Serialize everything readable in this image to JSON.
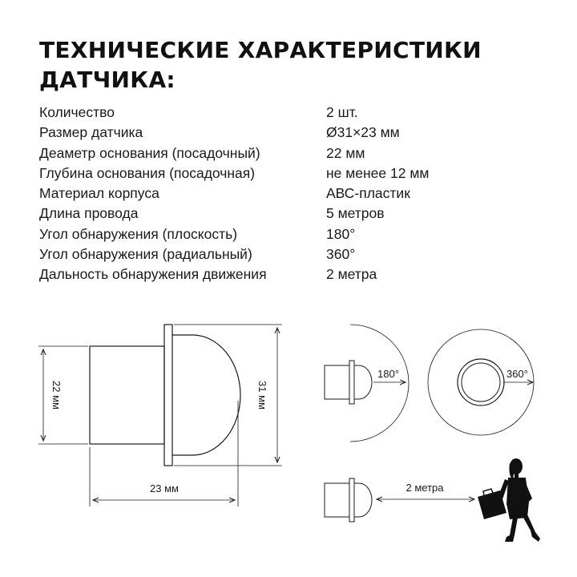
{
  "title": "ТЕХНИЧЕСКИЕ ХАРАКТЕРИСТИКИ ДАТЧИКА:",
  "specs": [
    {
      "label": "Количество",
      "value": "2 шт."
    },
    {
      "label": "Размер датчика",
      "value": "Ø31×23 мм"
    },
    {
      "label": "Деаметр основания (посадочный)",
      "value": "22 мм"
    },
    {
      "label": "Глубина основания (посадочная)",
      "value": "не менее 12 мм"
    },
    {
      "label": "Материал корпуса",
      "value": "АВС-пластик"
    },
    {
      "label": "Длина провода",
      "value": "5 метров"
    },
    {
      "label": "Угол обнаружения (плоскость)",
      "value": "180°"
    },
    {
      "label": "Угол обнаружения (радиальный)",
      "value": "360°"
    },
    {
      "label": "Дальность обнаружения движения",
      "value": "2 метра"
    }
  ],
  "diagram": {
    "dim_height_base": "22 мм",
    "dim_height_total": "31 мм",
    "dim_length": "23 мм",
    "angle_plane": "180°",
    "angle_radial": "360°",
    "range": "2 метра"
  }
}
